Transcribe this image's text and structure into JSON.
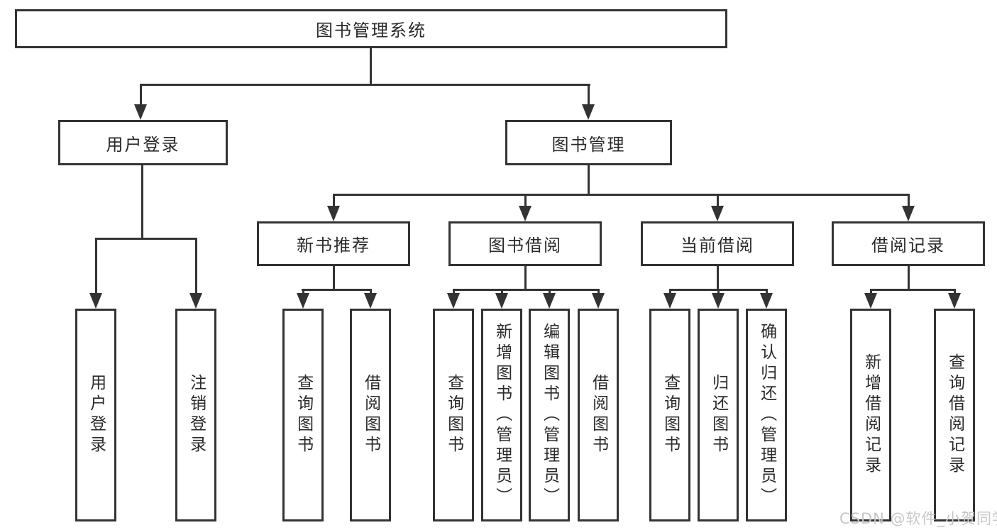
{
  "diagram": {
    "root": {
      "label": "图书管理系统"
    },
    "level2": [
      {
        "label": "用户登录"
      },
      {
        "label": "图书管理"
      }
    ],
    "level3": [
      {
        "label": "新书推荐",
        "parent": "图书管理"
      },
      {
        "label": "图书借阅",
        "parent": "图书管理"
      },
      {
        "label": "当前借阅",
        "parent": "图书管理"
      },
      {
        "label": "借阅记录",
        "parent": "图书管理"
      }
    ],
    "leaves": [
      {
        "label": "用户登录",
        "parent": "用户登录"
      },
      {
        "label": "注销登录",
        "parent": "用户登录"
      },
      {
        "label": "查询图书",
        "parent": "新书推荐"
      },
      {
        "label": "借阅图书",
        "parent": "新书推荐"
      },
      {
        "label": "查询图书",
        "parent": "图书借阅"
      },
      {
        "label": "新增图书（管理员）",
        "parent": "图书借阅"
      },
      {
        "label": "编辑图书（管理员）",
        "parent": "图书借阅"
      },
      {
        "label": "借阅图书",
        "parent": "图书借阅"
      },
      {
        "label": "查询图书",
        "parent": "当前借阅"
      },
      {
        "label": "归还图书",
        "parent": "当前借阅"
      },
      {
        "label": "确认归还（管理员）",
        "parent": "当前借阅"
      },
      {
        "label": "新增借阅记录",
        "parent": "借阅记录"
      },
      {
        "label": "查询借阅记录",
        "parent": "借阅记录"
      }
    ],
    "colors": {
      "line": "#333333",
      "text": "#2a2a2a",
      "background": "#ffffff",
      "watermark_text": "#c7c7c7"
    }
  },
  "watermark": {
    "text": "CSDN @软件_小贺同学"
  }
}
